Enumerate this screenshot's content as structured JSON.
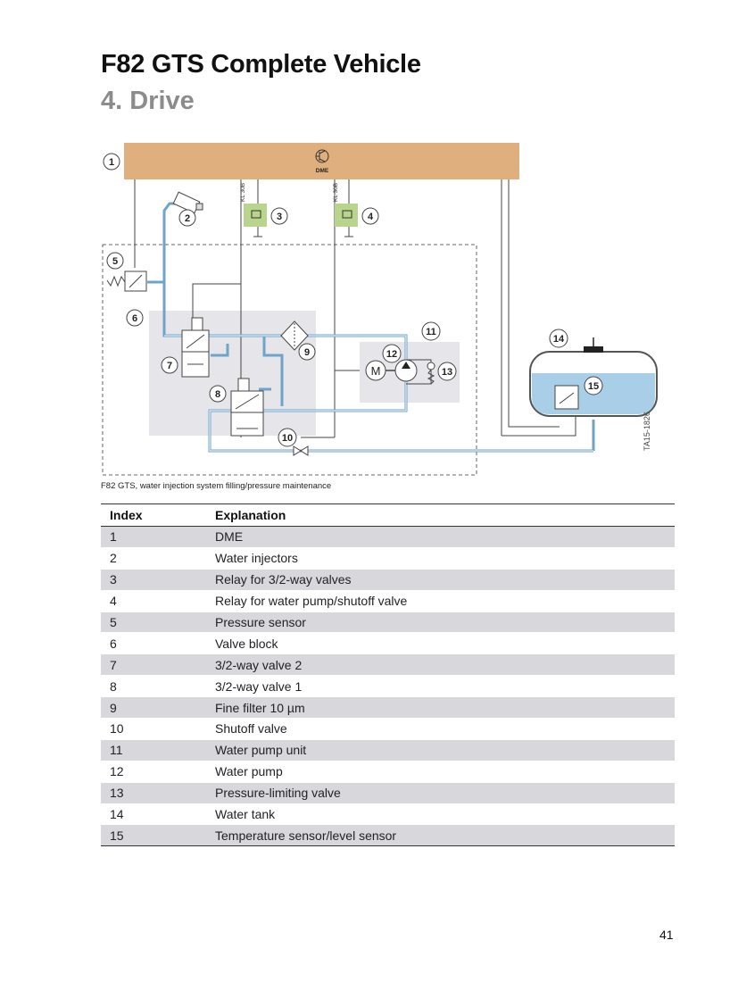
{
  "header": {
    "title": "F82 GTS Complete Vehicle",
    "subtitle": "4. Drive"
  },
  "diagram": {
    "ecu_label": "DME",
    "kl_label_a": "KL 30B",
    "kl_label_b": "KL 30B",
    "motor_label": "M",
    "callouts": [
      "1",
      "2",
      "3",
      "4",
      "5",
      "6",
      "7",
      "8",
      "9",
      "10",
      "11",
      "12",
      "13",
      "14",
      "15"
    ],
    "side_code": "TA15-1826",
    "colors": {
      "ecu": "#dfb07e",
      "water_line": "#6fa3c8",
      "relay": "#b9d48c",
      "block": "#e6e6ea",
      "tank_water": "#a9cfe8"
    }
  },
  "caption": "F82 GTS, water injection system filling/pressure maintenance",
  "table": {
    "headers": [
      "Index",
      "Explanation"
    ],
    "rows": [
      [
        "1",
        "DME"
      ],
      [
        "2",
        "Water injectors"
      ],
      [
        "3",
        "Relay for 3/2-way valves"
      ],
      [
        "4",
        "Relay for water pump/shutoff valve"
      ],
      [
        "5",
        "Pressure sensor"
      ],
      [
        "6",
        "Valve block"
      ],
      [
        "7",
        "3/2-way valve 2"
      ],
      [
        "8",
        "3/2-way valve 1"
      ],
      [
        "9",
        "Fine filter 10 µm"
      ],
      [
        "10",
        "Shutoff valve"
      ],
      [
        "11",
        "Water pump unit"
      ],
      [
        "12",
        "Water pump"
      ],
      [
        "13",
        "Pressure-limiting valve"
      ],
      [
        "14",
        "Water tank"
      ],
      [
        "15",
        "Temperature sensor/level sensor"
      ]
    ]
  },
  "page_number": "41"
}
